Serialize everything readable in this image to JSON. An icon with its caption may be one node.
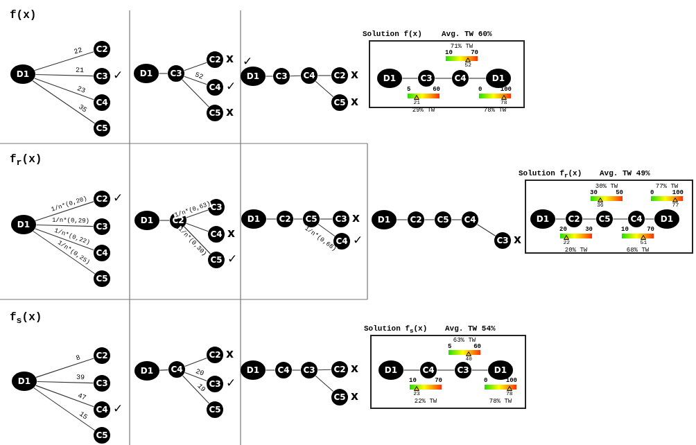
{
  "diagram": {
    "nodes": [
      {
        "text": [
          "D1"
        ]
      },
      {
        "text": [
          "C2"
        ]
      },
      {
        "text": [
          "C3"
        ],
        "beside": [
          "✓"
        ]
      },
      {
        "text": [
          "C4"
        ]
      },
      {
        "text": [
          "C5"
        ]
      },
      {
        "text": [
          "D1"
        ]
      },
      {
        "text": [
          "C3"
        ]
      },
      {
        "text": [
          "C2"
        ],
        "beside": [
          "x"
        ]
      },
      {
        "text": [
          "C4"
        ],
        "beside": [
          "✓"
        ]
      },
      {
        "text": [
          "C5"
        ],
        "beside": [
          "x"
        ]
      },
      {
        "text": [
          "D1"
        ],
        "beside": [
          "✓"
        ]
      },
      {
        "text": [
          "C3"
        ]
      },
      {
        "text": [
          "C4"
        ]
      },
      {
        "text": [
          "C2"
        ],
        "beside": [
          "x"
        ]
      },
      {
        "text": [
          "C5"
        ],
        "beside": [
          "x"
        ]
      },
      {
        "text": [
          "Solution f(x)",
          "Avg. TW 60%"
        ]
      },
      {
        "text": [
          "D1"
        ],
        "in": 15
      },
      {
        "text": [
          "C3"
        ],
        "in": 15
      },
      {
        "text": [
          "C4"
        ],
        "in": 15
      },
      {
        "text": [
          "D1"
        ],
        "in": 15
      },
      {
        "text": [
          "5",
          "60",
          "21",
          "29% TW"
        ],
        "in": 15
      },
      {
        "text": [
          "71% TW",
          "10",
          "70",
          "52"
        ],
        "in": 15
      },
      {
        "text": [
          "0",
          "100",
          "78",
          "78% TW"
        ],
        "in": 15
      },
      {
        "text": [
          "D1"
        ]
      },
      {
        "text": [
          "C2"
        ],
        "beside": [
          "✓"
        ]
      },
      {
        "text": [
          "C3"
        ]
      },
      {
        "text": [
          "C4"
        ]
      },
      {
        "text": [
          "C5"
        ]
      },
      {
        "text": [
          "D1"
        ]
      },
      {
        "text": [
          "C2"
        ]
      },
      {
        "text": [
          "C3"
        ]
      },
      {
        "text": [
          "C4"
        ],
        "beside": [
          "x"
        ]
      },
      {
        "text": [
          "C5"
        ],
        "beside": [
          "✓"
        ]
      },
      {
        "text": [
          "D1"
        ]
      },
      {
        "text": [
          "C2"
        ]
      },
      {
        "text": [
          "C5"
        ]
      },
      {
        "text": [
          "C3"
        ],
        "beside": [
          "x"
        ]
      },
      {
        "text": [
          "C4"
        ],
        "beside": [
          "✓"
        ]
      },
      {
        "text": [
          "D1"
        ]
      },
      {
        "text": [
          "C2"
        ]
      },
      {
        "text": [
          "C5"
        ]
      },
      {
        "text": [
          "C4"
        ]
      },
      {
        "text": [
          "C3"
        ],
        "beside": [
          "x"
        ]
      },
      {
        "text": [
          "Solution f$_{r}$(x)",
          "Avg. TW 49%"
        ]
      },
      {
        "text": [
          "D1"
        ],
        "in": 43
      },
      {
        "text": [
          "C2"
        ],
        "in": 43
      },
      {
        "text": [
          "C5"
        ],
        "in": 43
      },
      {
        "text": [
          "C4"
        ],
        "in": 43
      },
      {
        "text": [
          "D1"
        ],
        "in": 43
      },
      {
        "text": [
          "20",
          "30",
          "22",
          "20% TW"
        ],
        "in": 43
      },
      {
        "text": [
          "30% TW",
          "30",
          "50",
          "36"
        ],
        "in": 43
      },
      {
        "text": [
          "10",
          "70",
          "51",
          "68% TW"
        ],
        "in": 43
      },
      {
        "text": [
          "77% TW",
          "0",
          "100",
          "77"
        ],
        "in": 43
      },
      {
        "text": [
          "D1"
        ]
      },
      {
        "text": [
          "C2"
        ]
      },
      {
        "text": [
          "C3"
        ]
      },
      {
        "text": [
          "C4"
        ],
        "beside": [
          "✓"
        ]
      },
      {
        "text": [
          "C5"
        ]
      },
      {
        "text": [
          "D1"
        ]
      },
      {
        "text": [
          "C4"
        ]
      },
      {
        "text": [
          "C2"
        ],
        "beside": [
          "x"
        ]
      },
      {
        "text": [
          "C3"
        ],
        "beside": [
          "✓"
        ]
      },
      {
        "text": [
          "C5"
        ]
      },
      {
        "text": [
          "D1"
        ]
      },
      {
        "text": [
          "C4"
        ]
      },
      {
        "text": [
          "C3"
        ]
      },
      {
        "text": [
          "C2"
        ],
        "beside": [
          "x"
        ]
      },
      {
        "text": [
          "C5"
        ],
        "beside": [
          "x"
        ]
      },
      {
        "text": [
          "Solution f$_{s}$(x)",
          "Avg. TW 54%"
        ]
      },
      {
        "text": [
          "D1"
        ],
        "in": 68
      },
      {
        "text": [
          "C4"
        ],
        "in": 68
      },
      {
        "text": [
          "C3"
        ],
        "in": 68
      },
      {
        "text": [
          "D1"
        ],
        "in": 68
      },
      {
        "text": [
          "10",
          "70",
          "23",
          "22% TW"
        ],
        "in": 68
      },
      {
        "text": [
          "63% TW",
          "5",
          "60",
          "40"
        ],
        "in": 68
      },
      {
        "text": [
          "0",
          "100",
          "78",
          "78% TW"
        ],
        "in": 68
      }
    ],
    "edges": [
      {
        "from": 0,
        "to": 1,
        "arrow": "none",
        "label": "22"
      },
      {
        "from": 0,
        "to": 2,
        "arrow": "none",
        "label": "21"
      },
      {
        "from": 0,
        "to": 3,
        "arrow": "none",
        "label": "23"
      },
      {
        "from": 0,
        "to": 4,
        "arrow": "none",
        "label": "35"
      },
      {
        "from": 5,
        "to": 6,
        "arrow": "none"
      },
      {
        "from": 6,
        "to": 7,
        "arrow": "none"
      },
      {
        "from": 6,
        "to": 8,
        "arrow": "none",
        "label": "52"
      },
      {
        "from": 6,
        "to": 9,
        "arrow": "none"
      },
      {
        "from": 10,
        "to": 11,
        "arrow": "none"
      },
      {
        "from": 11,
        "to": 12,
        "arrow": "none"
      },
      {
        "from": 12,
        "to": 13,
        "arrow": "none"
      },
      {
        "from": 12,
        "to": 14,
        "arrow": "none"
      },
      {
        "from": 16,
        "to": 17,
        "arrow": "none"
      },
      {
        "from": 17,
        "to": 18,
        "arrow": "none"
      },
      {
        "from": 18,
        "to": 19,
        "arrow": "none"
      },
      {
        "from": 23,
        "to": 24,
        "arrow": "none",
        "label": "1/n*(0,20)"
      },
      {
        "from": 23,
        "to": 25,
        "arrow": "none",
        "label": "1/n*(0,29)"
      },
      {
        "from": 23,
        "to": 26,
        "arrow": "none",
        "label": "1/n*(0,22)"
      },
      {
        "from": 23,
        "to": 27,
        "arrow": "none",
        "label": "1/n*(0,25)"
      },
      {
        "from": 28,
        "to": 29,
        "arrow": "none"
      },
      {
        "from": 29,
        "to": 30,
        "arrow": "none",
        "label": "1/n*(0,63)"
      },
      {
        "from": 29,
        "to": 31,
        "arrow": "none"
      },
      {
        "from": 29,
        "to": 32,
        "arrow": "none",
        "label": "1/n*(0,30)"
      },
      {
        "from": 33,
        "to": 34,
        "arrow": "none"
      },
      {
        "from": 34,
        "to": 35,
        "arrow": "none"
      },
      {
        "from": 35,
        "to": 36,
        "arrow": "none"
      },
      {
        "from": 35,
        "to": 37,
        "arrow": "none",
        "label": "1/n*(0,68)"
      },
      {
        "from": 38,
        "to": 39,
        "arrow": "none"
      },
      {
        "from": 39,
        "to": 40,
        "arrow": "none"
      },
      {
        "from": 40,
        "to": 41,
        "arrow": "none"
      },
      {
        "from": 41,
        "to": 42,
        "arrow": "none"
      },
      {
        "from": 44,
        "to": 45,
        "arrow": "none"
      },
      {
        "from": 45,
        "to": 46,
        "arrow": "none"
      },
      {
        "from": 46,
        "to": 47,
        "arrow": "none"
      },
      {
        "from": 47,
        "to": 48,
        "arrow": "none"
      },
      {
        "from": 53,
        "to": 54,
        "arrow": "none",
        "label": "8"
      },
      {
        "from": 53,
        "to": 55,
        "arrow": "none",
        "label": "39"
      },
      {
        "from": 53,
        "to": 56,
        "arrow": "none",
        "label": "47"
      },
      {
        "from": 53,
        "to": 57,
        "arrow": "none",
        "label": "15"
      },
      {
        "from": 58,
        "to": 59,
        "arrow": "none"
      },
      {
        "from": 59,
        "to": 60,
        "arrow": "none"
      },
      {
        "from": 59,
        "to": 61,
        "arrow": "none",
        "label": "20"
      },
      {
        "from": 59,
        "to": 62,
        "arrow": "none",
        "label": "19"
      },
      {
        "from": 63,
        "to": 64,
        "arrow": "none"
      },
      {
        "from": 64,
        "to": 65,
        "arrow": "none"
      },
      {
        "from": 65,
        "to": 66,
        "arrow": "none"
      },
      {
        "from": 65,
        "to": 67,
        "arrow": "none"
      },
      {
        "from": 69,
        "to": 70,
        "arrow": "none"
      },
      {
        "from": 70,
        "to": 71,
        "arrow": "none"
      },
      {
        "from": 71,
        "to": 72,
        "arrow": "none"
      }
    ],
    "labels": [
      "f(x)",
      "f$_{r}$(x)",
      "f$_{s}$(x)"
    ]
  }
}
